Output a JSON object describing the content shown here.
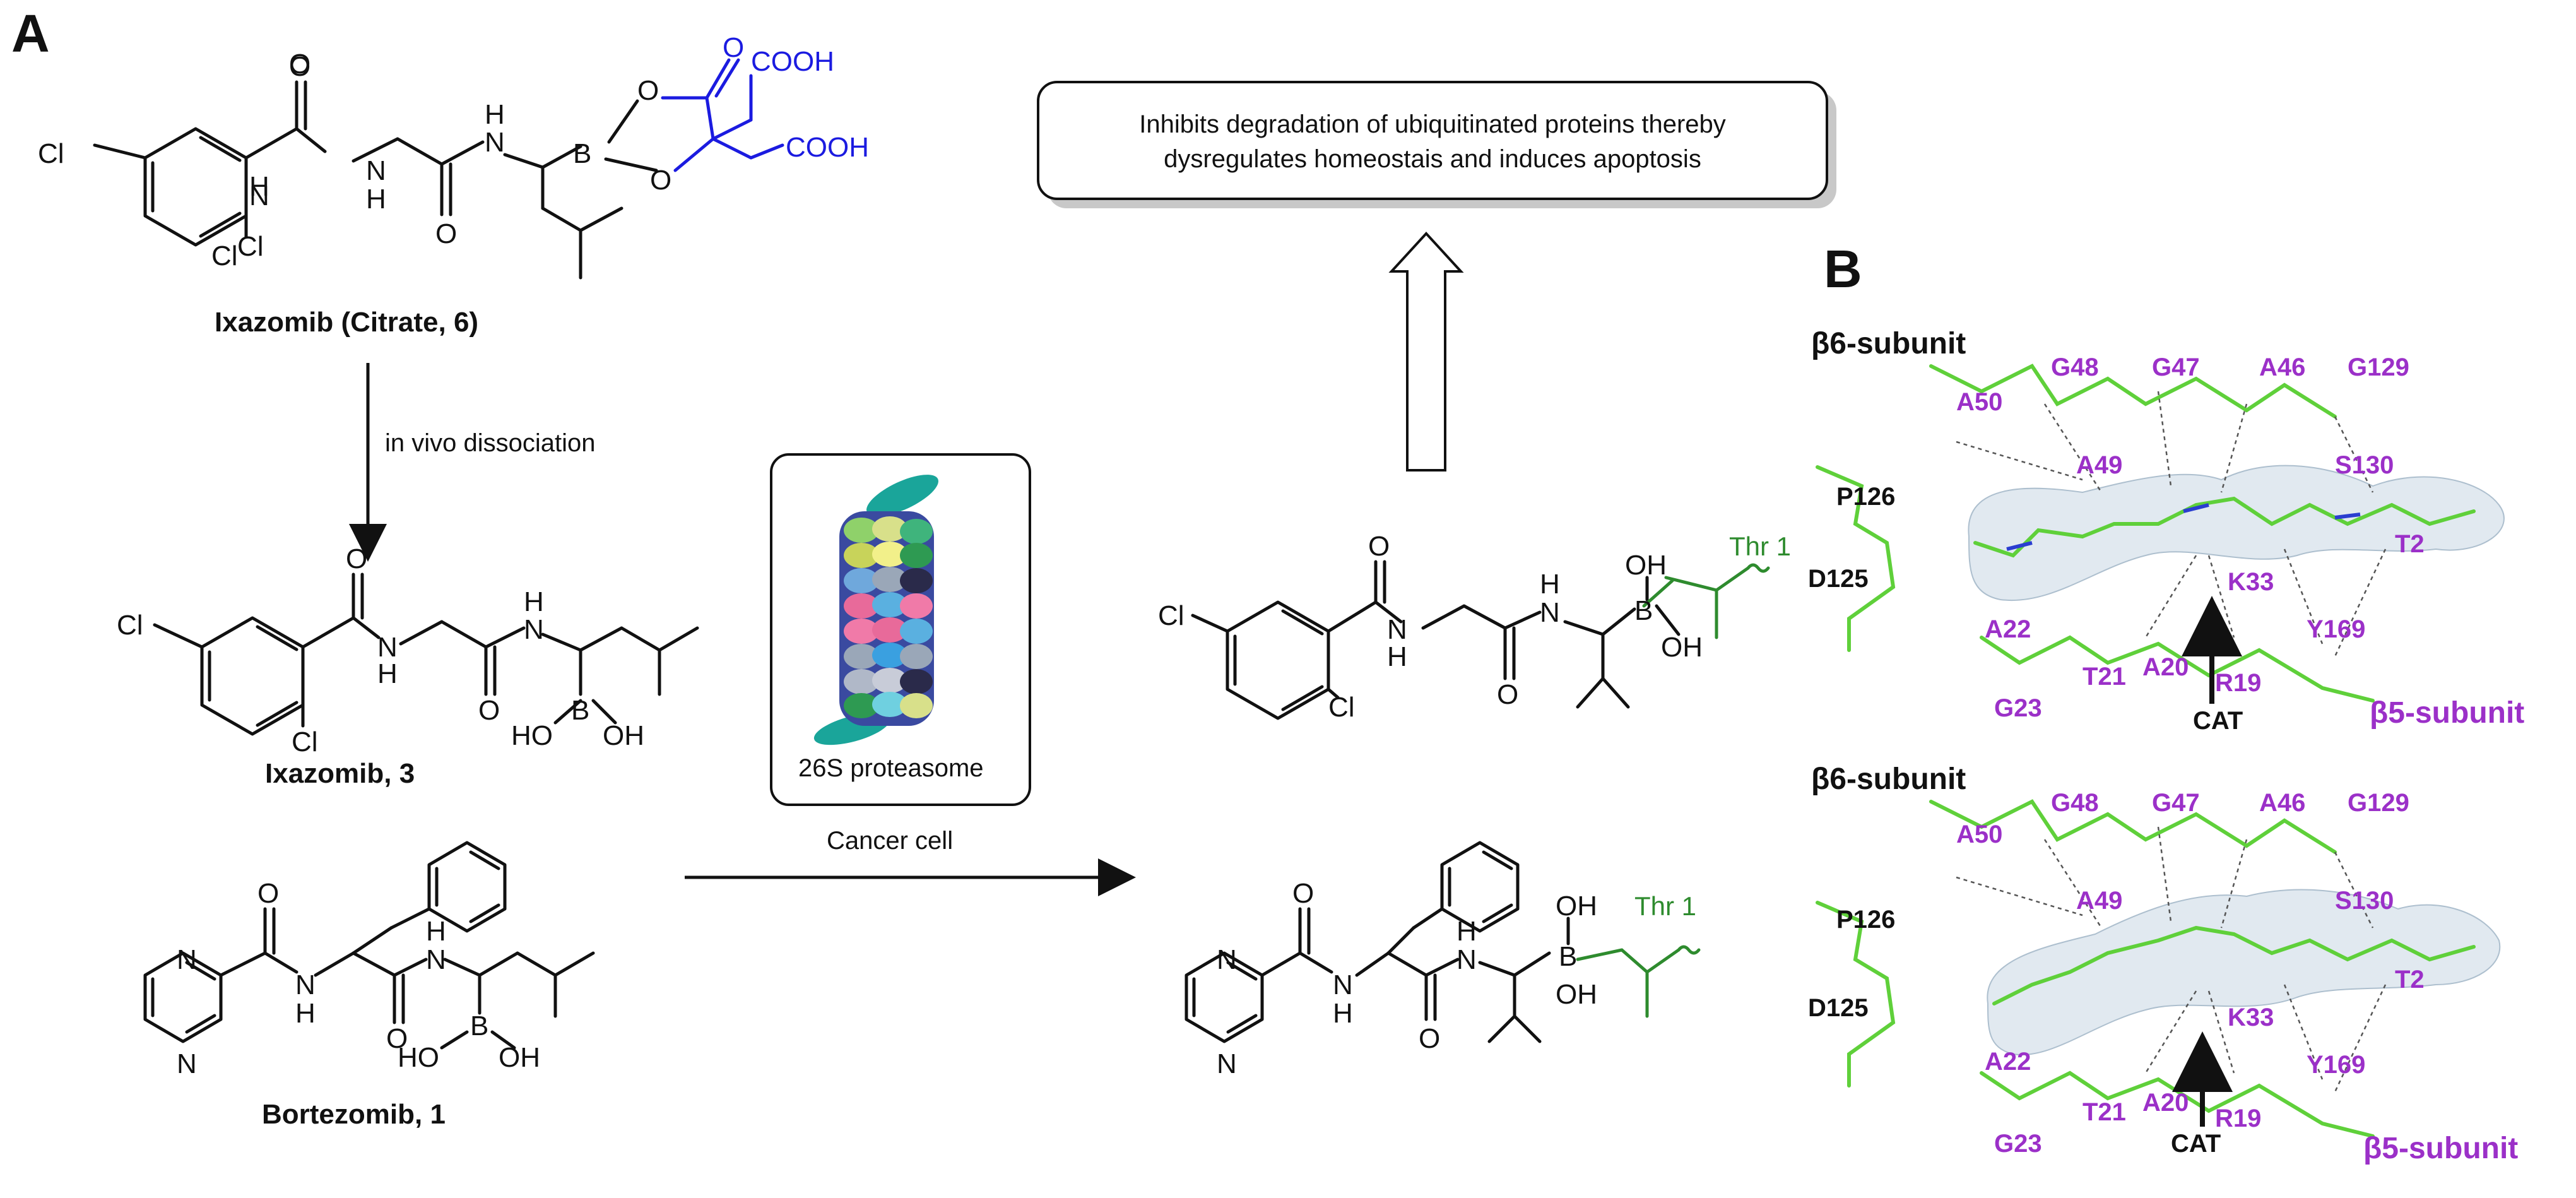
{
  "panel_labels": {
    "a": "A",
    "b": "B"
  },
  "compounds": {
    "ixazomib_citrate": "Ixazomib (Citrate, 6)",
    "ixazomib": "Ixazomib, 3",
    "bortezomib": "Bortezomib, 1"
  },
  "arrows": {
    "dissociation": "in vivo dissociation",
    "cancer_cell": "Cancer cell"
  },
  "proteasome_label": "26S proteasome",
  "effect_box": {
    "line1": "Inhibits degradation of ubiquitinated proteins thereby",
    "line2": "dysregulates homeostais and induces apoptosis"
  },
  "atoms": {
    "cl": "Cl",
    "o": "O",
    "n": "N",
    "h": "H",
    "b": "B",
    "ho": "HO",
    "oh": "OH",
    "cooh": "COOH"
  },
  "thr": "Thr 1",
  "panel_b": {
    "top": {
      "subunit_top": "β6-subunit",
      "subunit_bottom": "β5-subunit",
      "cat": "CAT",
      "residues_black": [
        "P126",
        "D125"
      ],
      "residues": [
        "A50",
        "G48",
        "G47",
        "A46",
        "G129",
        "A49",
        "S130",
        "K33",
        "T2",
        "A22",
        "Y169",
        "T21",
        "A20",
        "R19",
        "G23"
      ]
    },
    "bottom": {
      "subunit_top": "β6-subunit",
      "subunit_bottom": "β5-subunit",
      "cat": "CAT",
      "residues_black": [
        "P126",
        "D125"
      ],
      "residues": [
        "A50",
        "G48",
        "G47",
        "A46",
        "G129",
        "A49",
        "S130",
        "K33",
        "T2",
        "A22",
        "Y169",
        "T21",
        "A20",
        "R19",
        "G23"
      ]
    }
  },
  "colors": {
    "boronic_citrate": "#1b1be0",
    "threonine": "#2e8b2e",
    "residue": "#9b30c8",
    "stick": "#5fd03a"
  }
}
